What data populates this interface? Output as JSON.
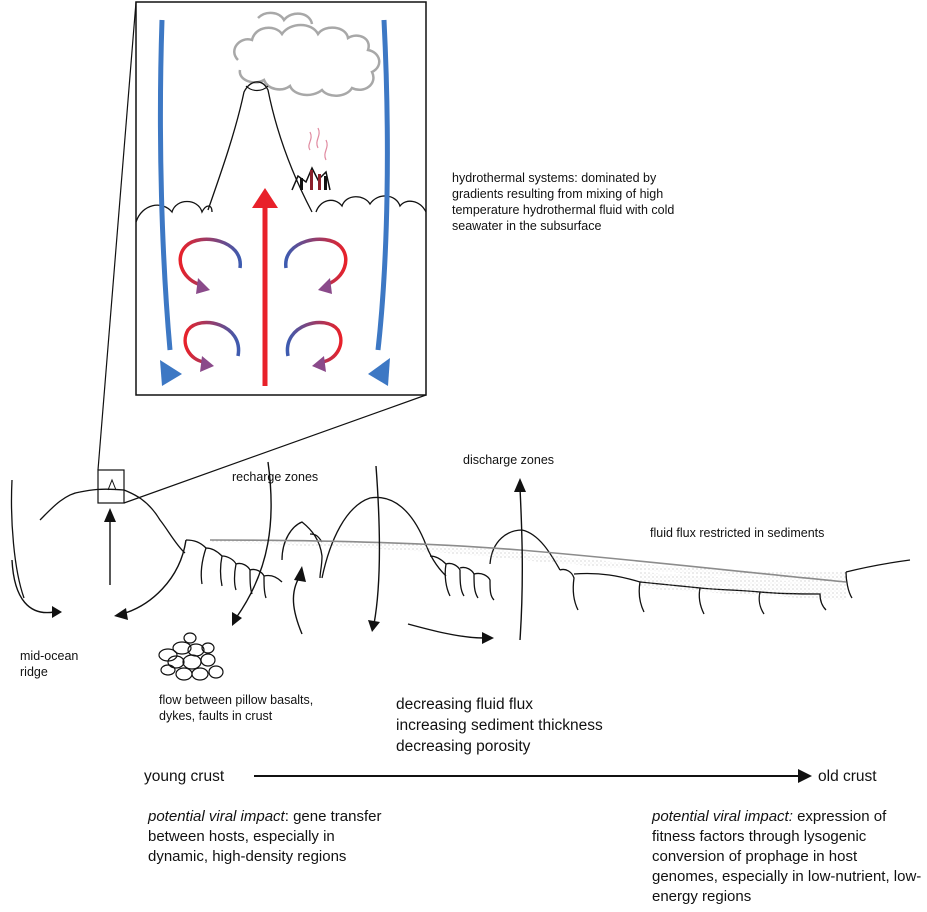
{
  "inset": {
    "hydrothermal_caption": "hydrothermal systems: dominated by gradients resulting from mixing of high temperature hydrothermal fluid with cold seawater in the subsurface"
  },
  "labels": {
    "recharge": "recharge zones",
    "discharge": "discharge zones",
    "sediment_flux": "fluid flux restricted in sediments",
    "ridge": "mid-ocean ridge",
    "pillow": "flow between pillow basalts, dykes, faults in crust"
  },
  "trends": [
    "decreasing fluid flux",
    "increasing sediment thickness",
    "decreasing porosity"
  ],
  "axis": {
    "start": "young crust",
    "end": "old crust"
  },
  "impacts": {
    "young": {
      "prefix": "potential viral impact",
      "text": ": gene transfer between hosts, especially in dynamic, high-density regions"
    },
    "old": {
      "prefix": "potential viral impact:",
      "text": " expression of fitness factors through lysogenic conversion of prophage in host genomes, especially in low-nutrient, low-energy regions"
    }
  },
  "colors": {
    "cold_seawater": "#3d78c4",
    "hot_fluid": "#e8212a",
    "mixing": "#8a4a8a",
    "plume": "#a8a8a8",
    "sediment": "#8c8c8c"
  }
}
